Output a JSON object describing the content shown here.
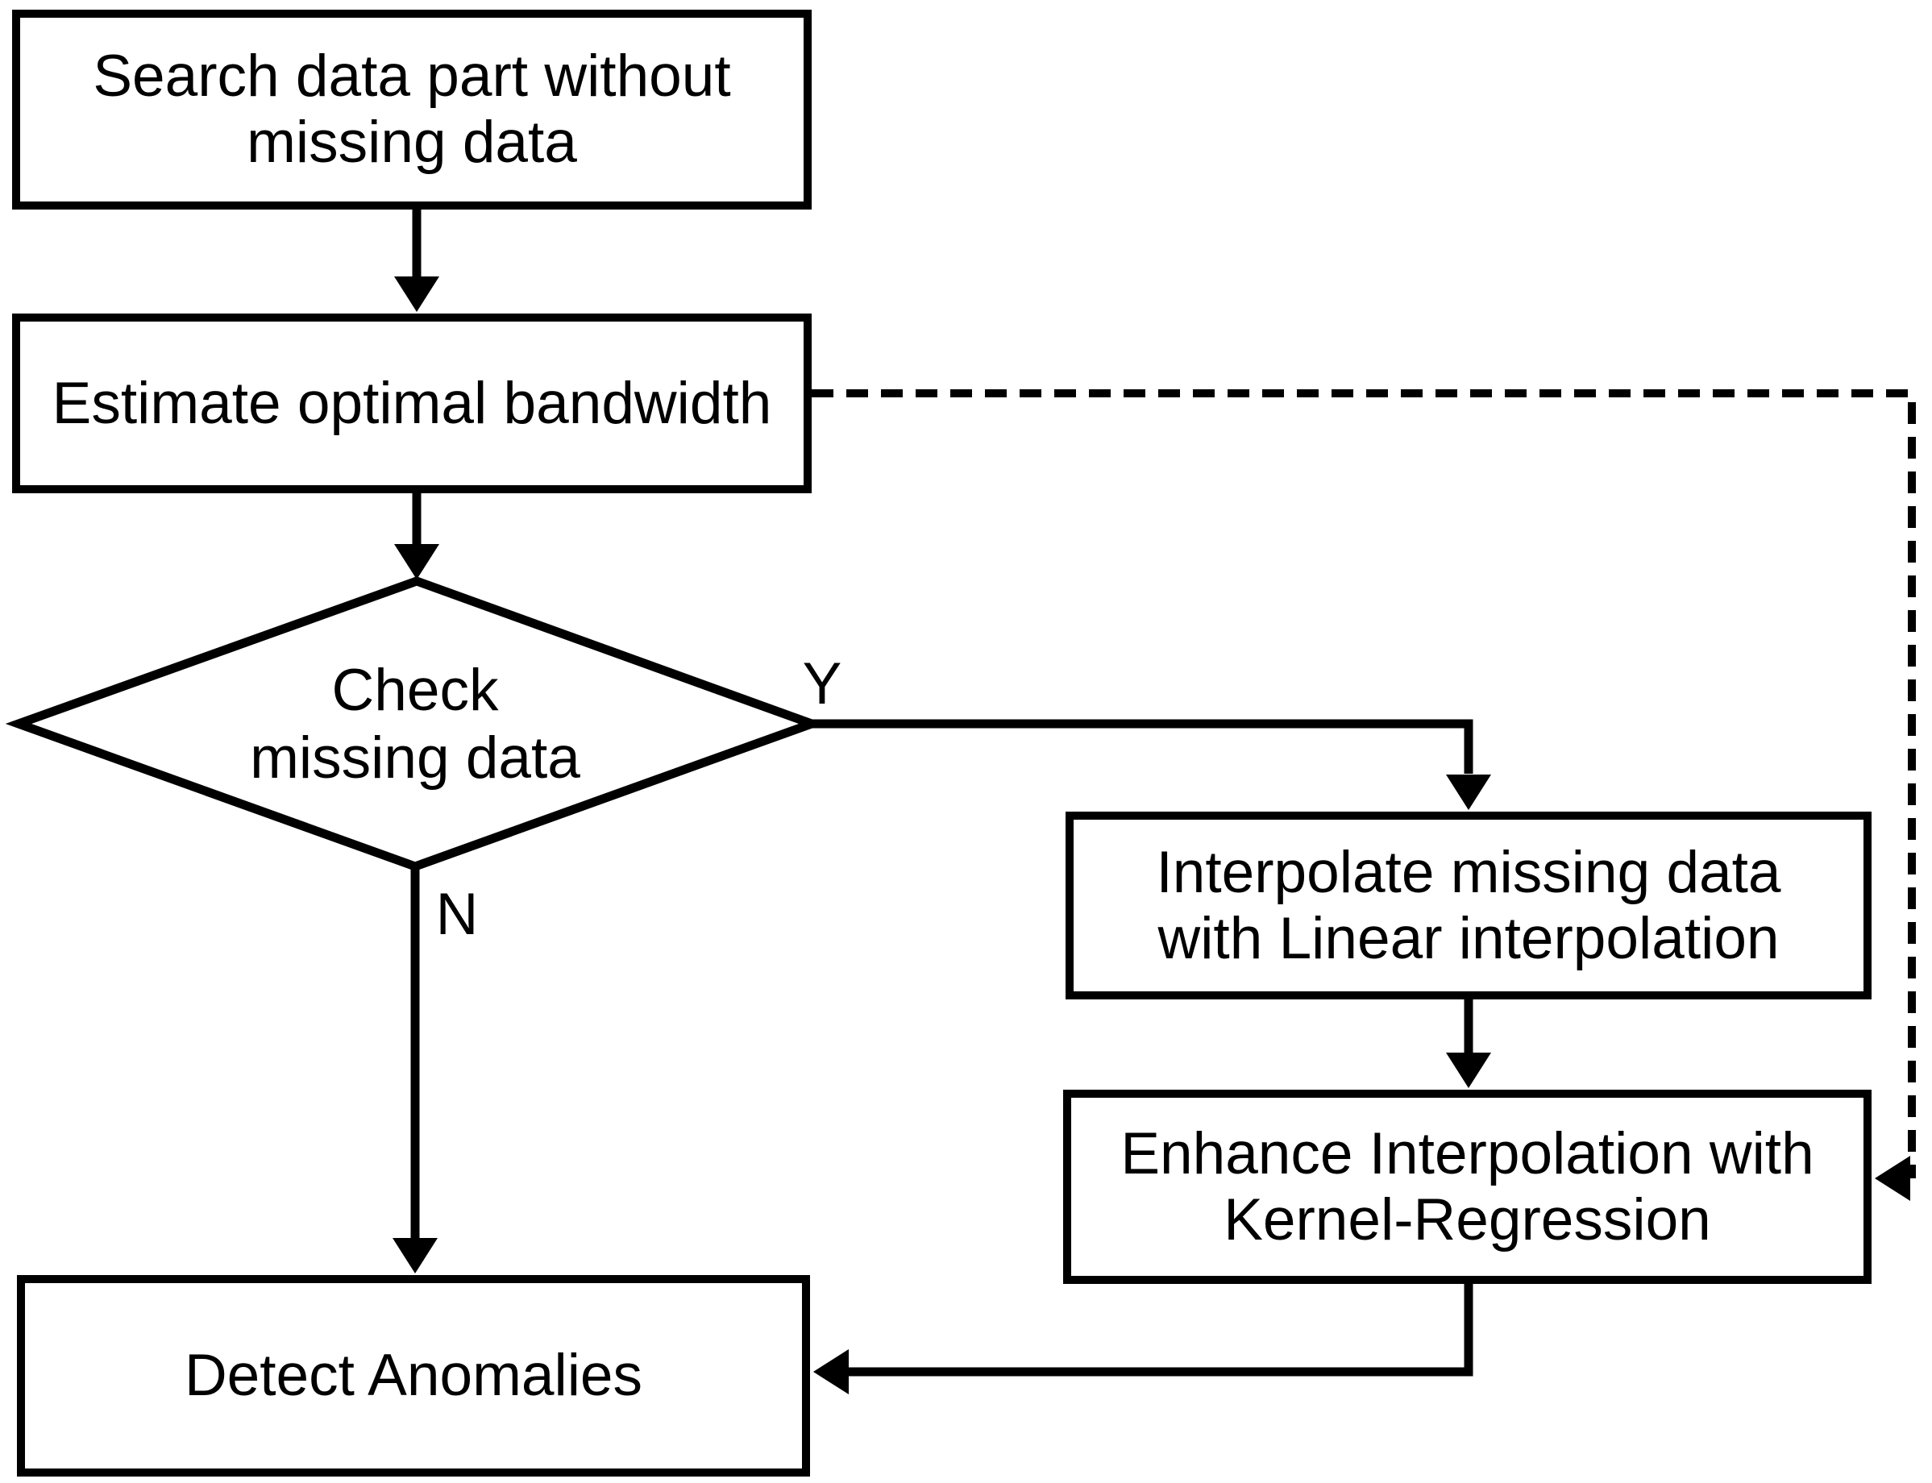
{
  "diagram": {
    "type": "flowchart",
    "background_color": "#ffffff",
    "line_color": "#000000",
    "nodes": {
      "search": {
        "shape": "process",
        "line1": "Search data part without",
        "line2": "missing data"
      },
      "estimate": {
        "shape": "process",
        "label": "Estimate optimal bandwidth"
      },
      "check": {
        "shape": "decision",
        "line1": "Check",
        "line2": "missing data"
      },
      "interpolate": {
        "shape": "process",
        "line1": "Interpolate missing data",
        "line2": "with Linear interpolation"
      },
      "enhance": {
        "shape": "process",
        "line1": "Enhance Interpolation with",
        "line2": "Kernel-Regression"
      },
      "detect": {
        "shape": "process",
        "label": "Detect Anomalies"
      }
    },
    "edge_labels": {
      "yes": "Y",
      "no": "N"
    },
    "edges": [
      {
        "from": "search",
        "to": "estimate",
        "style": "solid"
      },
      {
        "from": "estimate",
        "to": "check",
        "style": "solid"
      },
      {
        "from": "check",
        "to": "interpolate",
        "style": "solid",
        "label": "Y"
      },
      {
        "from": "check",
        "to": "detect",
        "style": "solid",
        "label": "N"
      },
      {
        "from": "interpolate",
        "to": "enhance",
        "style": "solid"
      },
      {
        "from": "enhance",
        "to": "detect",
        "style": "solid"
      },
      {
        "from": "estimate",
        "to": "enhance",
        "style": "dashed"
      }
    ]
  }
}
